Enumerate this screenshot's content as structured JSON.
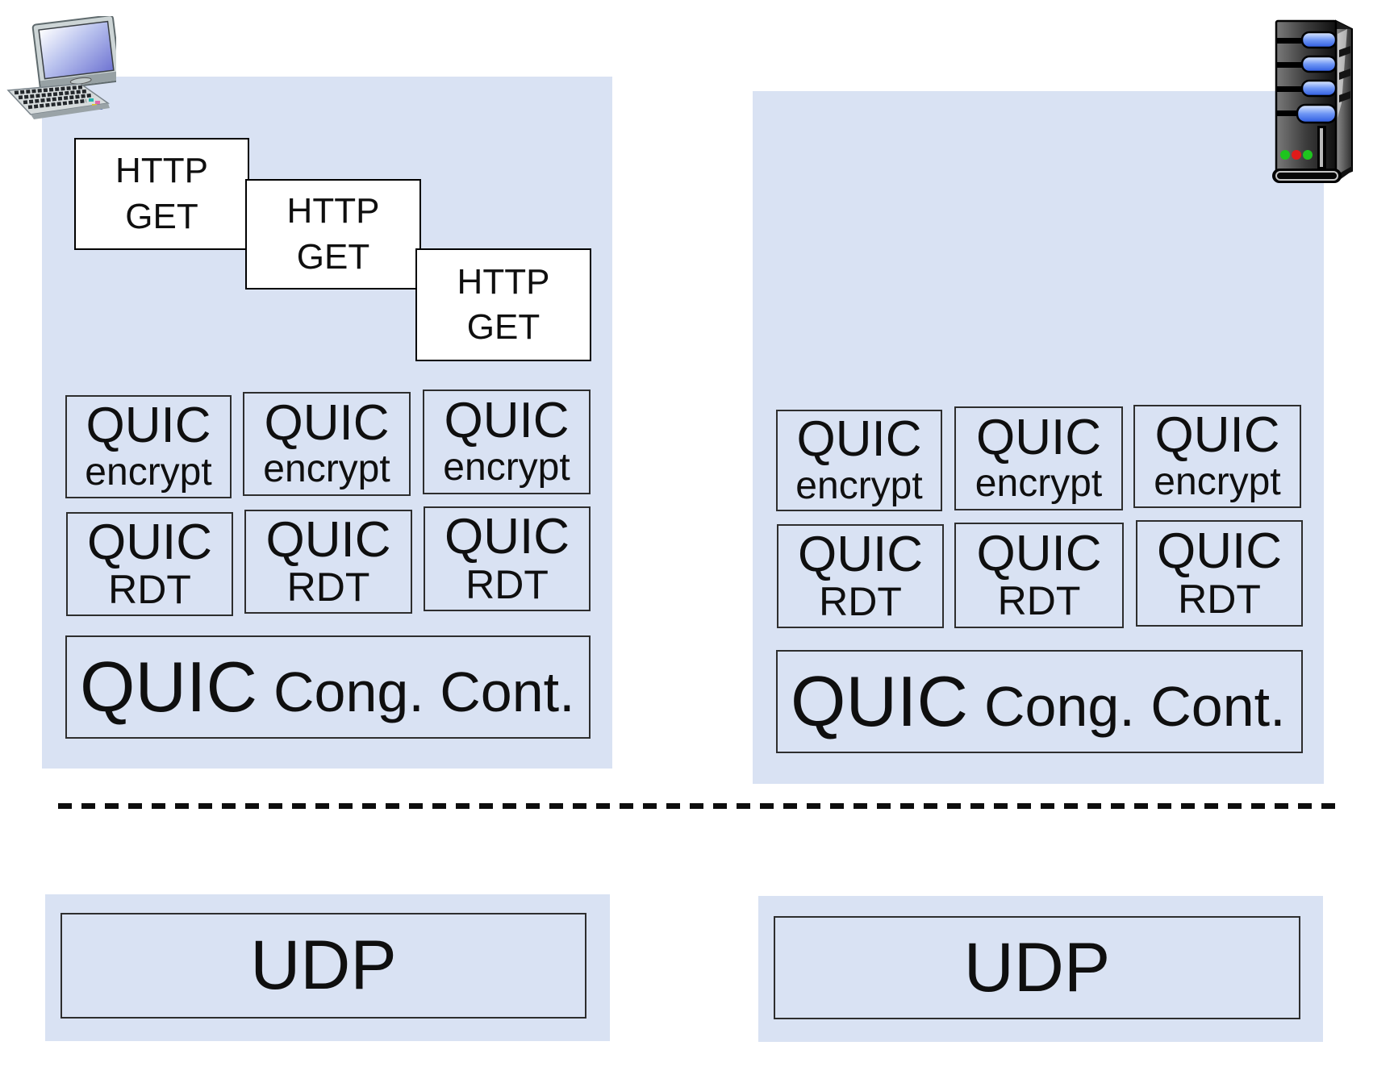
{
  "colors": {
    "panel_fill": "#d9e2f3",
    "box_border": "#2e2e2e",
    "http_box_fill": "#ffffff",
    "text": "#0f0f0f",
    "dash_line": "#0d0d0d",
    "monitor_screen_blue": "#6f74d2",
    "server_bay_blue": "#2c5ae0",
    "led_green": "#1ec51e",
    "led_red": "#e01a1a"
  },
  "client_stack": {
    "icon": "desktop-computer-icon",
    "http_get_boxes": [
      {
        "line1": "HTTP",
        "line2": "GET"
      },
      {
        "line1": "HTTP",
        "line2": "GET"
      },
      {
        "line1": "HTTP",
        "line2": "GET"
      }
    ],
    "quic_encrypt_boxes": [
      {
        "line1": "QUIC",
        "line2": "encrypt"
      },
      {
        "line1": "QUIC",
        "line2": "encrypt"
      },
      {
        "line1": "QUIC",
        "line2": "encrypt"
      }
    ],
    "quic_rdt_boxes": [
      {
        "line1": "QUIC",
        "line2": "RDT"
      },
      {
        "line1": "QUIC",
        "line2": "RDT"
      },
      {
        "line1": "QUIC",
        "line2": "RDT"
      }
    ],
    "congestion_box": {
      "emphasis": "QUIC",
      "label": "Cong. Cont."
    },
    "udp_box": {
      "label": "UDP"
    }
  },
  "server_stack": {
    "icon": "server-tower-icon",
    "quic_encrypt_boxes": [
      {
        "line1": "QUIC",
        "line2": "encrypt"
      },
      {
        "line1": "QUIC",
        "line2": "encrypt"
      },
      {
        "line1": "QUIC",
        "line2": "encrypt"
      }
    ],
    "quic_rdt_boxes": [
      {
        "line1": "QUIC",
        "line2": "RDT"
      },
      {
        "line1": "QUIC",
        "line2": "RDT"
      },
      {
        "line1": "QUIC",
        "line2": "RDT"
      }
    ],
    "congestion_box": {
      "emphasis": "QUIC",
      "label": "Cong. Cont."
    },
    "udp_box": {
      "label": "UDP"
    }
  }
}
